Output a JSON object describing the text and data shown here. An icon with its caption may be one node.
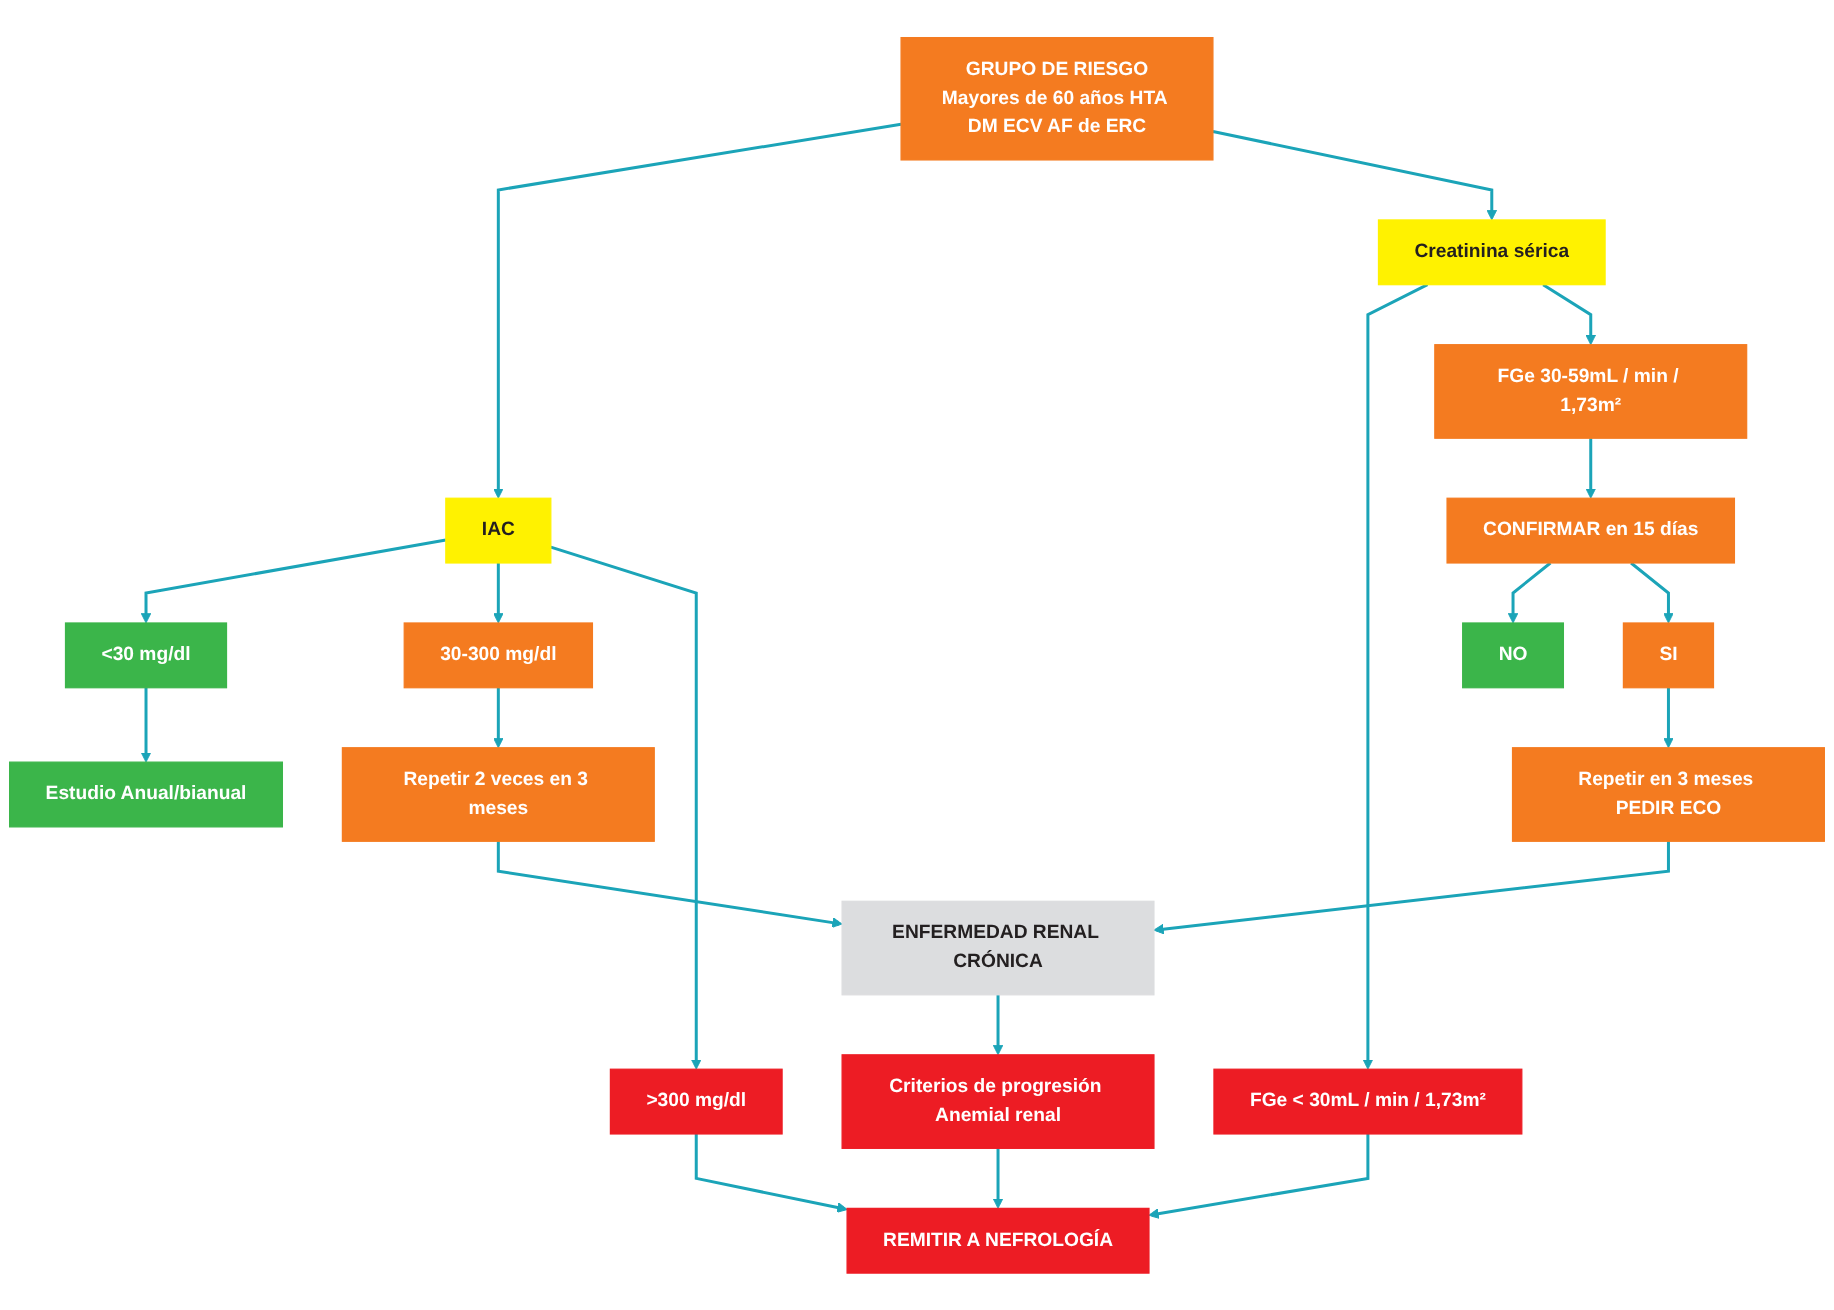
{
  "diagram": {
    "nodes": [
      {
        "text": [
          "GRUPO DE RIESGO",
          "Mayores de 60 años HTA DM ECV AF de ERC"
        ]
      },
      {
        "text": [
          "IAC"
        ]
      },
      {
        "text": [
          "Creatinina sérica"
        ]
      },
      {
        "text": [
          "<30 mg/dl"
        ]
      },
      {
        "text": [
          "30-300 mg/dl"
        ]
      },
      {
        "text": [
          ">300 mg/dl"
        ]
      },
      {
        "text": [
          "FGe < 30mL / min / 1,73m²"
        ]
      },
      {
        "text": [
          "FGe 30-59mL / min / 1,73m²"
        ]
      },
      {
        "text": [
          "Estudio Anual/bianual"
        ]
      },
      {
        "text": [
          "Repetir 2 veces en 3 meses"
        ]
      },
      {
        "text": [
          "REMITIR A NEFROLOGÍA"
        ]
      },
      {
        "text": [
          "CONFIRMAR en 15 días"
        ]
      },
      {
        "text": [
          "NO"
        ]
      },
      {
        "text": [
          "SI"
        ]
      },
      {
        "text": [
          "Criterios de progresión Anemial renal"
        ]
      },
      {
        "text": [
          "ENFERMEDAD RENAL CRÓNICA"
        ]
      },
      {
        "text": [
          "Repetir en 3 meses PEDIR ECO"
        ]
      }
    ],
    "edges": [
      {
        "from": 0,
        "to": 1,
        "arrow": "to"
      },
      {
        "from": 0,
        "to": 2,
        "arrow": "to"
      },
      {
        "from": 1,
        "to": 3,
        "arrow": "to"
      },
      {
        "from": 1,
        "to": 4,
        "arrow": "to"
      },
      {
        "from": 1,
        "to": 5,
        "arrow": "to"
      },
      {
        "from": 2,
        "to": 6,
        "arrow": "to"
      },
      {
        "from": 2,
        "to": 7,
        "arrow": "to"
      },
      {
        "from": 3,
        "to": 8,
        "arrow": "to"
      },
      {
        "from": 4,
        "to": 9,
        "arrow": "to"
      },
      {
        "from": 5,
        "to": 10,
        "arrow": "to"
      },
      {
        "from": 6,
        "to": 10,
        "arrow": "to"
      },
      {
        "from": 7,
        "to": 11,
        "arrow": "to"
      },
      {
        "from": 11,
        "to": 12,
        "arrow": "to"
      },
      {
        "from": 11,
        "to": 13,
        "arrow": "to"
      },
      {
        "from": 13,
        "to": 16,
        "arrow": "to"
      },
      {
        "from": 16,
        "to": 15,
        "arrow": "to"
      },
      {
        "from": 9,
        "to": 15,
        "arrow": "to"
      },
      {
        "from": 15,
        "to": 14,
        "arrow": "to"
      },
      {
        "from": 14,
        "to": 10,
        "arrow": "to"
      }
    ]
  }
}
